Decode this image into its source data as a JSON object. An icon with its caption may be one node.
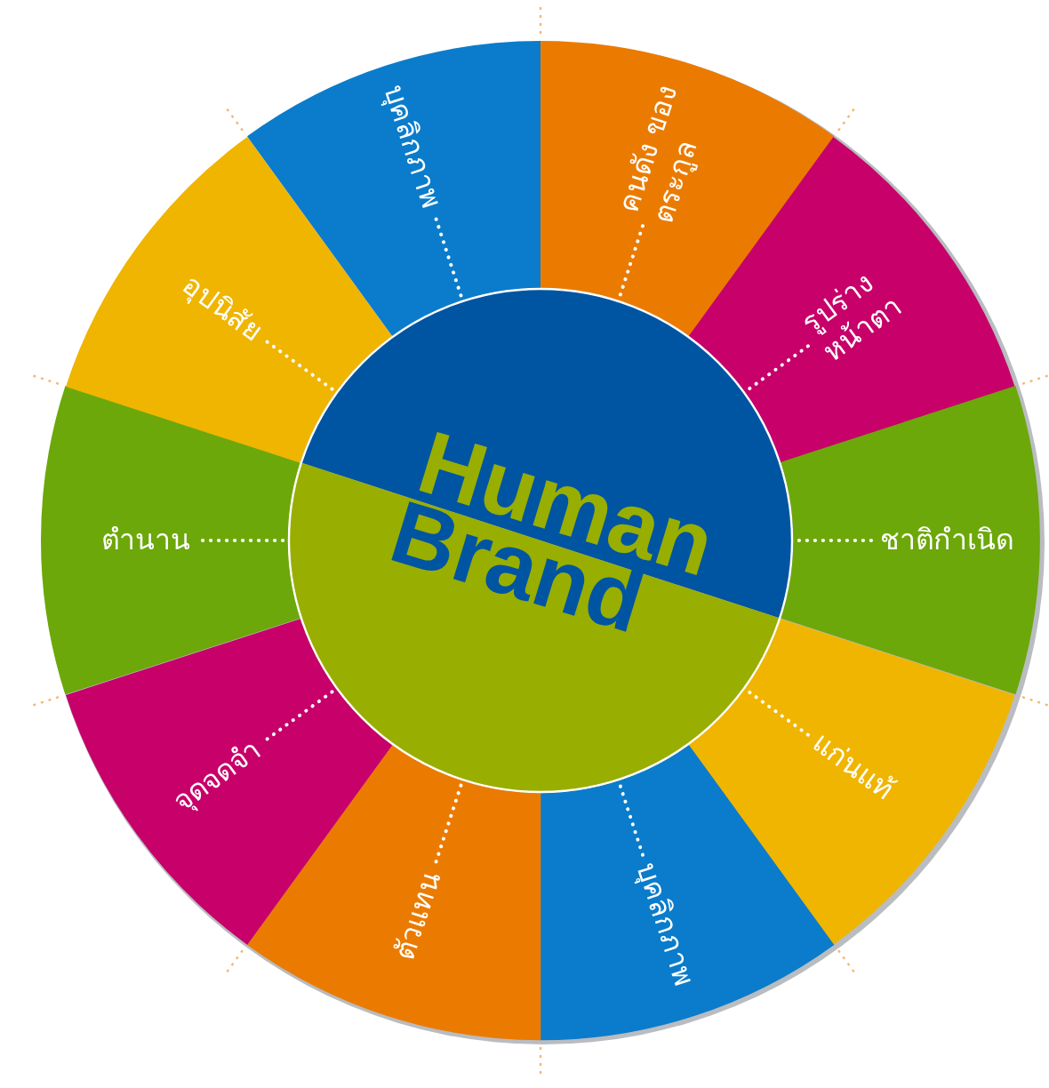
{
  "diagram": {
    "nodes": [
      {
        "text": [
          "Human",
          "Brand"
        ]
      },
      {
        "text": [
          "บุคลิกภาพ"
        ]
      },
      {
        "text": [
          "คนดัง ของตระกูล"
        ]
      },
      {
        "text": [
          "รูปร่าง หน้าตา"
        ]
      },
      {
        "text": [
          "ชาติกำเนิด"
        ]
      },
      {
        "text": [
          "แก่นแท้"
        ]
      },
      {
        "text": [
          "บุคลิกภาพ"
        ]
      },
      {
        "text": [
          "ตัวแทน"
        ]
      },
      {
        "text": [
          "จุดจดจำ"
        ]
      },
      {
        "text": [
          "ตำนาน"
        ]
      },
      {
        "text": [
          "อุปนิสัย"
        ]
      }
    ],
    "edges": [
      {
        "from": 1,
        "to": 0,
        "arrow": "none"
      },
      {
        "from": 2,
        "to": 0,
        "arrow": "none"
      },
      {
        "from": 3,
        "to": 0,
        "arrow": "none"
      },
      {
        "from": 4,
        "to": 0,
        "arrow": "none"
      },
      {
        "from": 5,
        "to": 0,
        "arrow": "none"
      },
      {
        "from": 6,
        "to": 0,
        "arrow": "none"
      },
      {
        "from": 7,
        "to": 0,
        "arrow": "none"
      },
      {
        "from": 8,
        "to": 0,
        "arrow": "none"
      },
      {
        "from": 9,
        "to": 0,
        "arrow": "none"
      },
      {
        "from": 10,
        "to": 0,
        "arrow": "none"
      }
    ]
  }
}
